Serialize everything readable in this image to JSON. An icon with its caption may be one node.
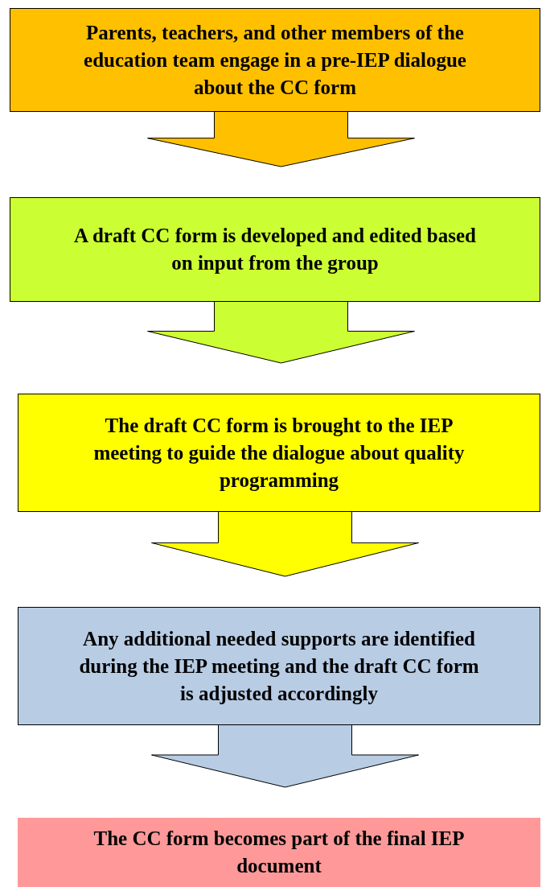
{
  "diagram": {
    "nodes": [
      {
        "text": [
          "Parents, teachers, and other members of the education team engage in a pre-IEP dialogue about the CC form"
        ]
      },
      {
        "text": [
          "A draft CC form is developed and edited based on input from the group"
        ]
      },
      {
        "text": [
          "The draft CC form is brought to the IEP meeting to guide the dialogue about quality programming"
        ]
      },
      {
        "text": [
          "Any additional needed supports are identified during the IEP meeting and the draft CC form is adjusted accordingly"
        ]
      },
      {
        "text": [
          "The CC form becomes part of the final IEP document"
        ]
      }
    ],
    "edges": [
      {
        "from": 0,
        "to": 1,
        "arrow": "to"
      },
      {
        "from": 1,
        "to": 2,
        "arrow": "to"
      },
      {
        "from": 2,
        "to": 3,
        "arrow": "to"
      },
      {
        "from": 3,
        "to": 4,
        "arrow": "to"
      }
    ]
  }
}
